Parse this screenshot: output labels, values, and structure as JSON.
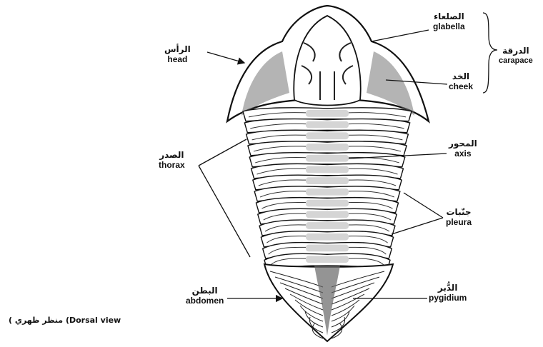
{
  "caption": "( منظر ظهري  (Dorsal view",
  "labels": {
    "glabella": {
      "ar": "الصلعاء",
      "en": "glabella"
    },
    "cheek": {
      "ar": "الخد",
      "en": "cheek"
    },
    "carapace": {
      "ar": "الدرقة",
      "en": "carapace"
    },
    "head": {
      "ar": "الرأس",
      "en": "head"
    },
    "thorax": {
      "ar": "الصدر",
      "en": "thorax"
    },
    "axis": {
      "ar": "المحور",
      "en": "axis"
    },
    "pleura": {
      "ar": "جنّبات",
      "en": "pleura"
    },
    "abdomen": {
      "ar": "البطن",
      "en": "abdomen"
    },
    "pygidium": {
      "ar": "الدُّبر",
      "en": "pygidium"
    }
  },
  "colors": {
    "ink": "#111111",
    "shade": "#555555",
    "paper": "#ffffff"
  }
}
